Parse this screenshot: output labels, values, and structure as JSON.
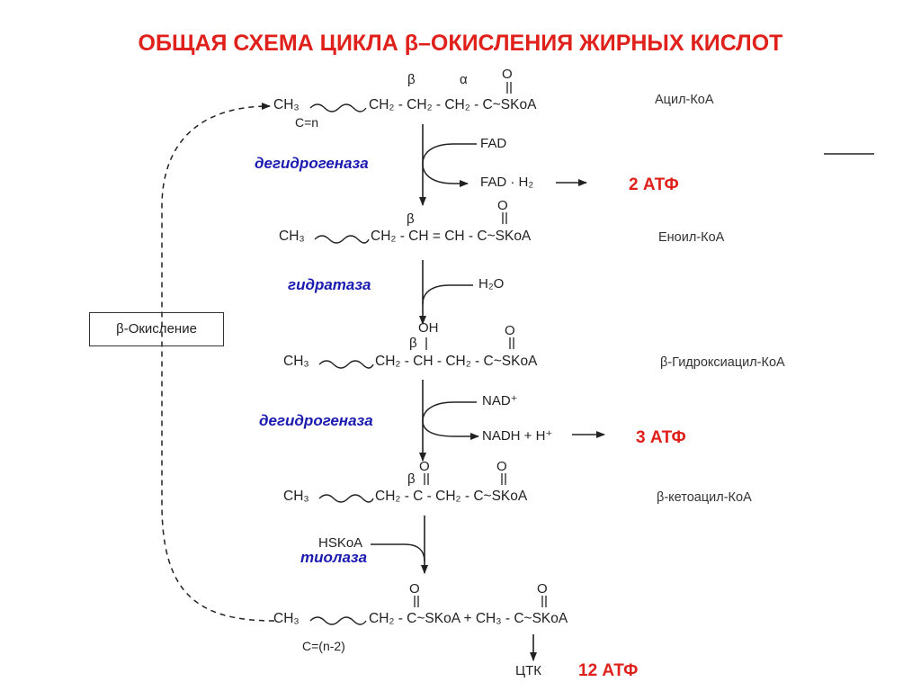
{
  "title": "ОБЩАЯ СХЕМА ЦИКЛА β–ОКИСЛЕНИЯ ЖИРНЫХ КИСЛОТ",
  "cycle_box": "β-Окисление",
  "greek": {
    "beta": "β",
    "alpha": "α",
    "oxygen": "O",
    "hydroxyl": "OH"
  },
  "compounds": {
    "acyl_coa": {
      "ch3": "CH₃",
      "chain": "CH₂ - CH₂ - CH₂ - C~SKoA",
      "length": "C=n",
      "name": "Ацил-КоА"
    },
    "enoyl_coa": {
      "ch3": "CH₃",
      "chain": "CH₂ - CH = CH - C~SKoA",
      "name": "Еноил-КоА"
    },
    "hydroxyacyl_coa": {
      "ch3": "CH₃",
      "chain": "CH₂ - CH - CH₂ - C~SKoA",
      "name": "β-Гидроксиацил-КоА"
    },
    "ketoacyl_coa": {
      "ch3": "CH₃",
      "chain": "CH₂ - C - CH₂ - C~SKoA",
      "name": "β-кетоацил-КоА"
    },
    "products": {
      "ch3": "CH₃",
      "chain": "CH₂ - C~SKoA + CH₃ - C~SKoA",
      "length": "C=(n-2)"
    }
  },
  "enzymes": {
    "dehydrogenase_1": "дегидрогеназа",
    "hydratase": "гидратаза",
    "dehydrogenase_2": "дегидрогеназа",
    "thiolase": "тиолаза"
  },
  "cofactors": {
    "fad": "FAD",
    "fadh2": "FAD · H₂",
    "water": "H₂O",
    "nad": "NAD⁺",
    "nadh": "NADH + H⁺",
    "hskoa": "HSKoA",
    "tca": "ЦТК"
  },
  "atp_yields": {
    "first": "2 АТФ",
    "second": "3 АТФ",
    "total": "12 АТФ"
  }
}
